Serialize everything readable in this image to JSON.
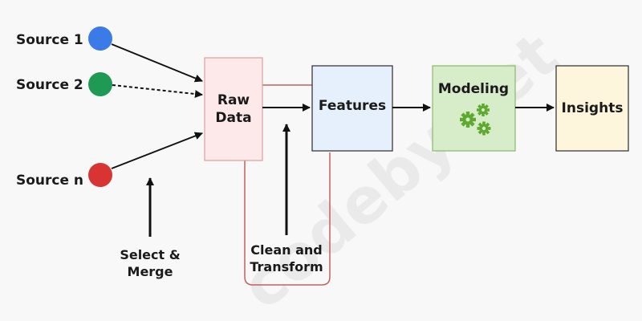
{
  "sources": [
    {
      "label": "Source 1",
      "color": "#3b7be8"
    },
    {
      "label": "Source 2",
      "color": "#1e9a55"
    },
    {
      "label": "Source n",
      "color": "#d93434"
    }
  ],
  "boxes": {
    "raw_data": {
      "line1": "Raw",
      "line2": "Data",
      "fill": "#fde9e9",
      "stroke": "#d9a0a0"
    },
    "features": {
      "label": "Features",
      "fill": "#e6f0fc",
      "stroke": "#2a2a2a"
    },
    "modeling": {
      "label": "Modeling",
      "fill": "#d7ecc9",
      "stroke": "#8ab86a",
      "icon": "gears-icon",
      "icon_color": "#5daa2e"
    },
    "insights": {
      "label": "Insights",
      "fill": "#fdf6dc",
      "stroke": "#2a2a2a"
    }
  },
  "annotations": {
    "select_merge": {
      "line1": "Select &",
      "line2": "Merge"
    },
    "clean_transform": {
      "line1": "Clean and",
      "line2": "Transform"
    }
  },
  "loop_color": "#c06060",
  "watermark": "codeby.net"
}
